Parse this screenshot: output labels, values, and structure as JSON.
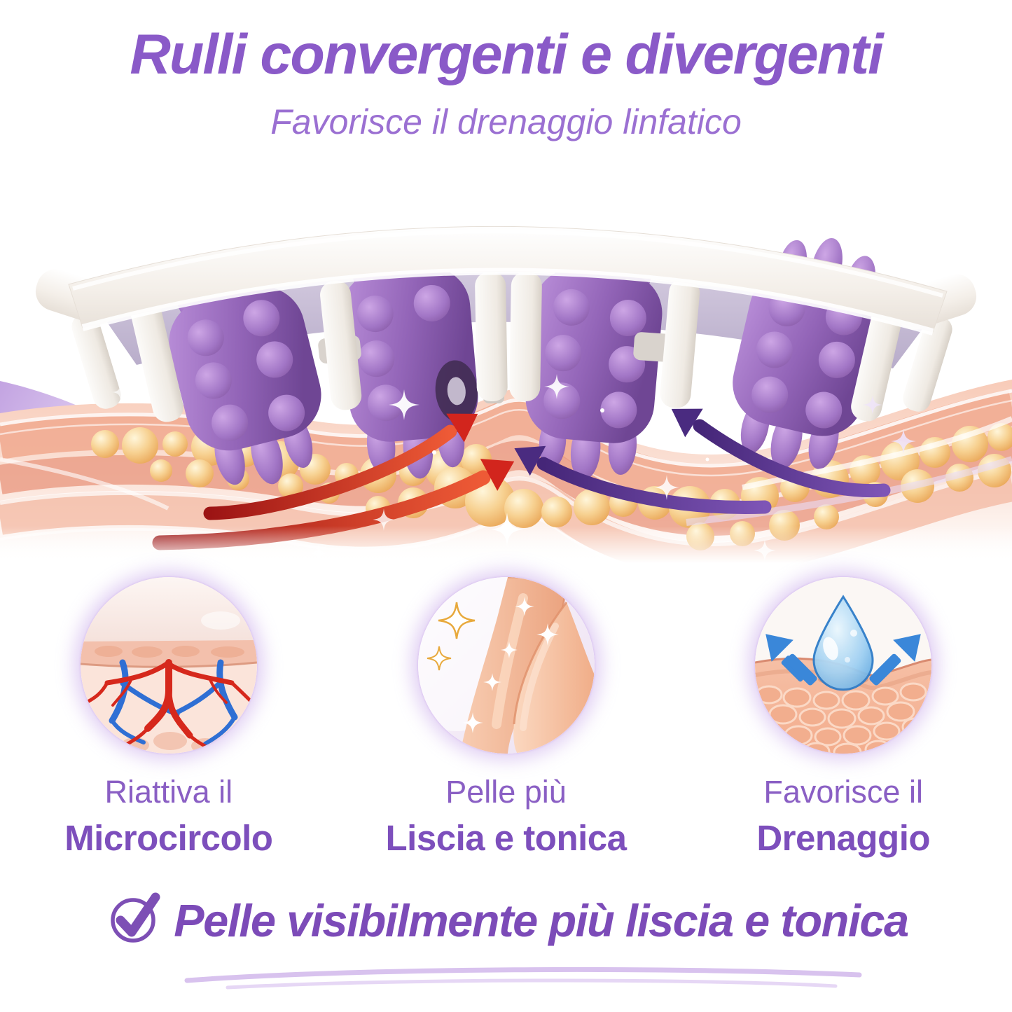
{
  "header": {
    "title": "Rulli convergenti e divergenti",
    "subtitle": "Favorisce il drenaggio linfatico"
  },
  "hero": {
    "device_icon": "massage-roller-device",
    "rollers_icon": "purple-nub-rollers",
    "skin_icon": "skin-cross-section-with-fat-cells",
    "left_arrows_icon": "red-converging-arrows",
    "right_arrows_icon": "purple-diverging-arrows",
    "sparkles_icon": "sparkle-stars"
  },
  "benefits": [
    {
      "icon": "microcirculation-vessels-icon",
      "line1": "Riattiva il",
      "line2": "Microcircolo"
    },
    {
      "icon": "smooth-legs-sparkle-icon",
      "line1": "Pelle più",
      "line2": "Liscia e tonica"
    },
    {
      "icon": "water-drop-drainage-icon",
      "line1": "Favorisce il",
      "line2": "Drenaggio"
    }
  ],
  "claim": {
    "icon": "check-circle-icon",
    "text": "Pelle visibilmente più liscia e tonica",
    "underline_icon": "brush-stroke-underline"
  },
  "colors": {
    "title_purple": "#8a5ac8",
    "subtitle_purple": "#9b70d2",
    "caption_purple": "#8a5fc4",
    "caption_bold_purple": "#7d4fbc",
    "claim_purple": "#7c4bb8",
    "underline_lavender": "#cbaee8",
    "roller_purple": "#9365b8",
    "device_white": "#f5f1ec",
    "skin_pink": "#f5c3af",
    "pearl_gold": "#f0bc6e",
    "arrow_red": "#cf241f",
    "arrow_purple": "#5b3a9e",
    "drop_blue": "#4e9ddc",
    "vessel_red": "#d6281c",
    "vessel_blue": "#2f6fd4"
  }
}
